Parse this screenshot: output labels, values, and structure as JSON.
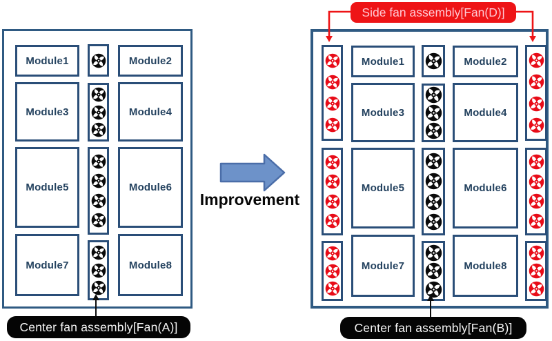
{
  "figure": {
    "improvement_label": "Improvement",
    "before": {
      "modules": [
        "Module1",
        "Module2",
        "Module3",
        "Module4",
        "Module5",
        "Module6",
        "Module7",
        "Module8"
      ],
      "center_fan_counts": [
        1,
        3,
        4,
        3
      ],
      "center_label": "Center fan assembly[Fan(A)]"
    },
    "after": {
      "modules": [
        "Module1",
        "Module2",
        "Module3",
        "Module4",
        "Module5",
        "Module6",
        "Module7",
        "Module8"
      ],
      "center_fan_counts": [
        1,
        3,
        4,
        3
      ],
      "side_fan_counts": [
        4,
        4,
        3
      ],
      "center_label": "Center fan assembly[Fan(B)]",
      "side_label": "Side fan assembly[Fan(D)]"
    },
    "colors": {
      "panel_border": "#2f5a82",
      "module_border": "#2a4e78",
      "module_text": "#24425f",
      "fan_black": "#0a0a0a",
      "fan_red": "#e80c18",
      "side_label_bg": "#ee1416",
      "side_label_text": "#ffc9d3",
      "center_label_bg": "#050505",
      "center_label_text": "#f5f5f5",
      "arrow_fill": "#6d92c9",
      "arrow_stroke": "#4a6da8"
    }
  }
}
